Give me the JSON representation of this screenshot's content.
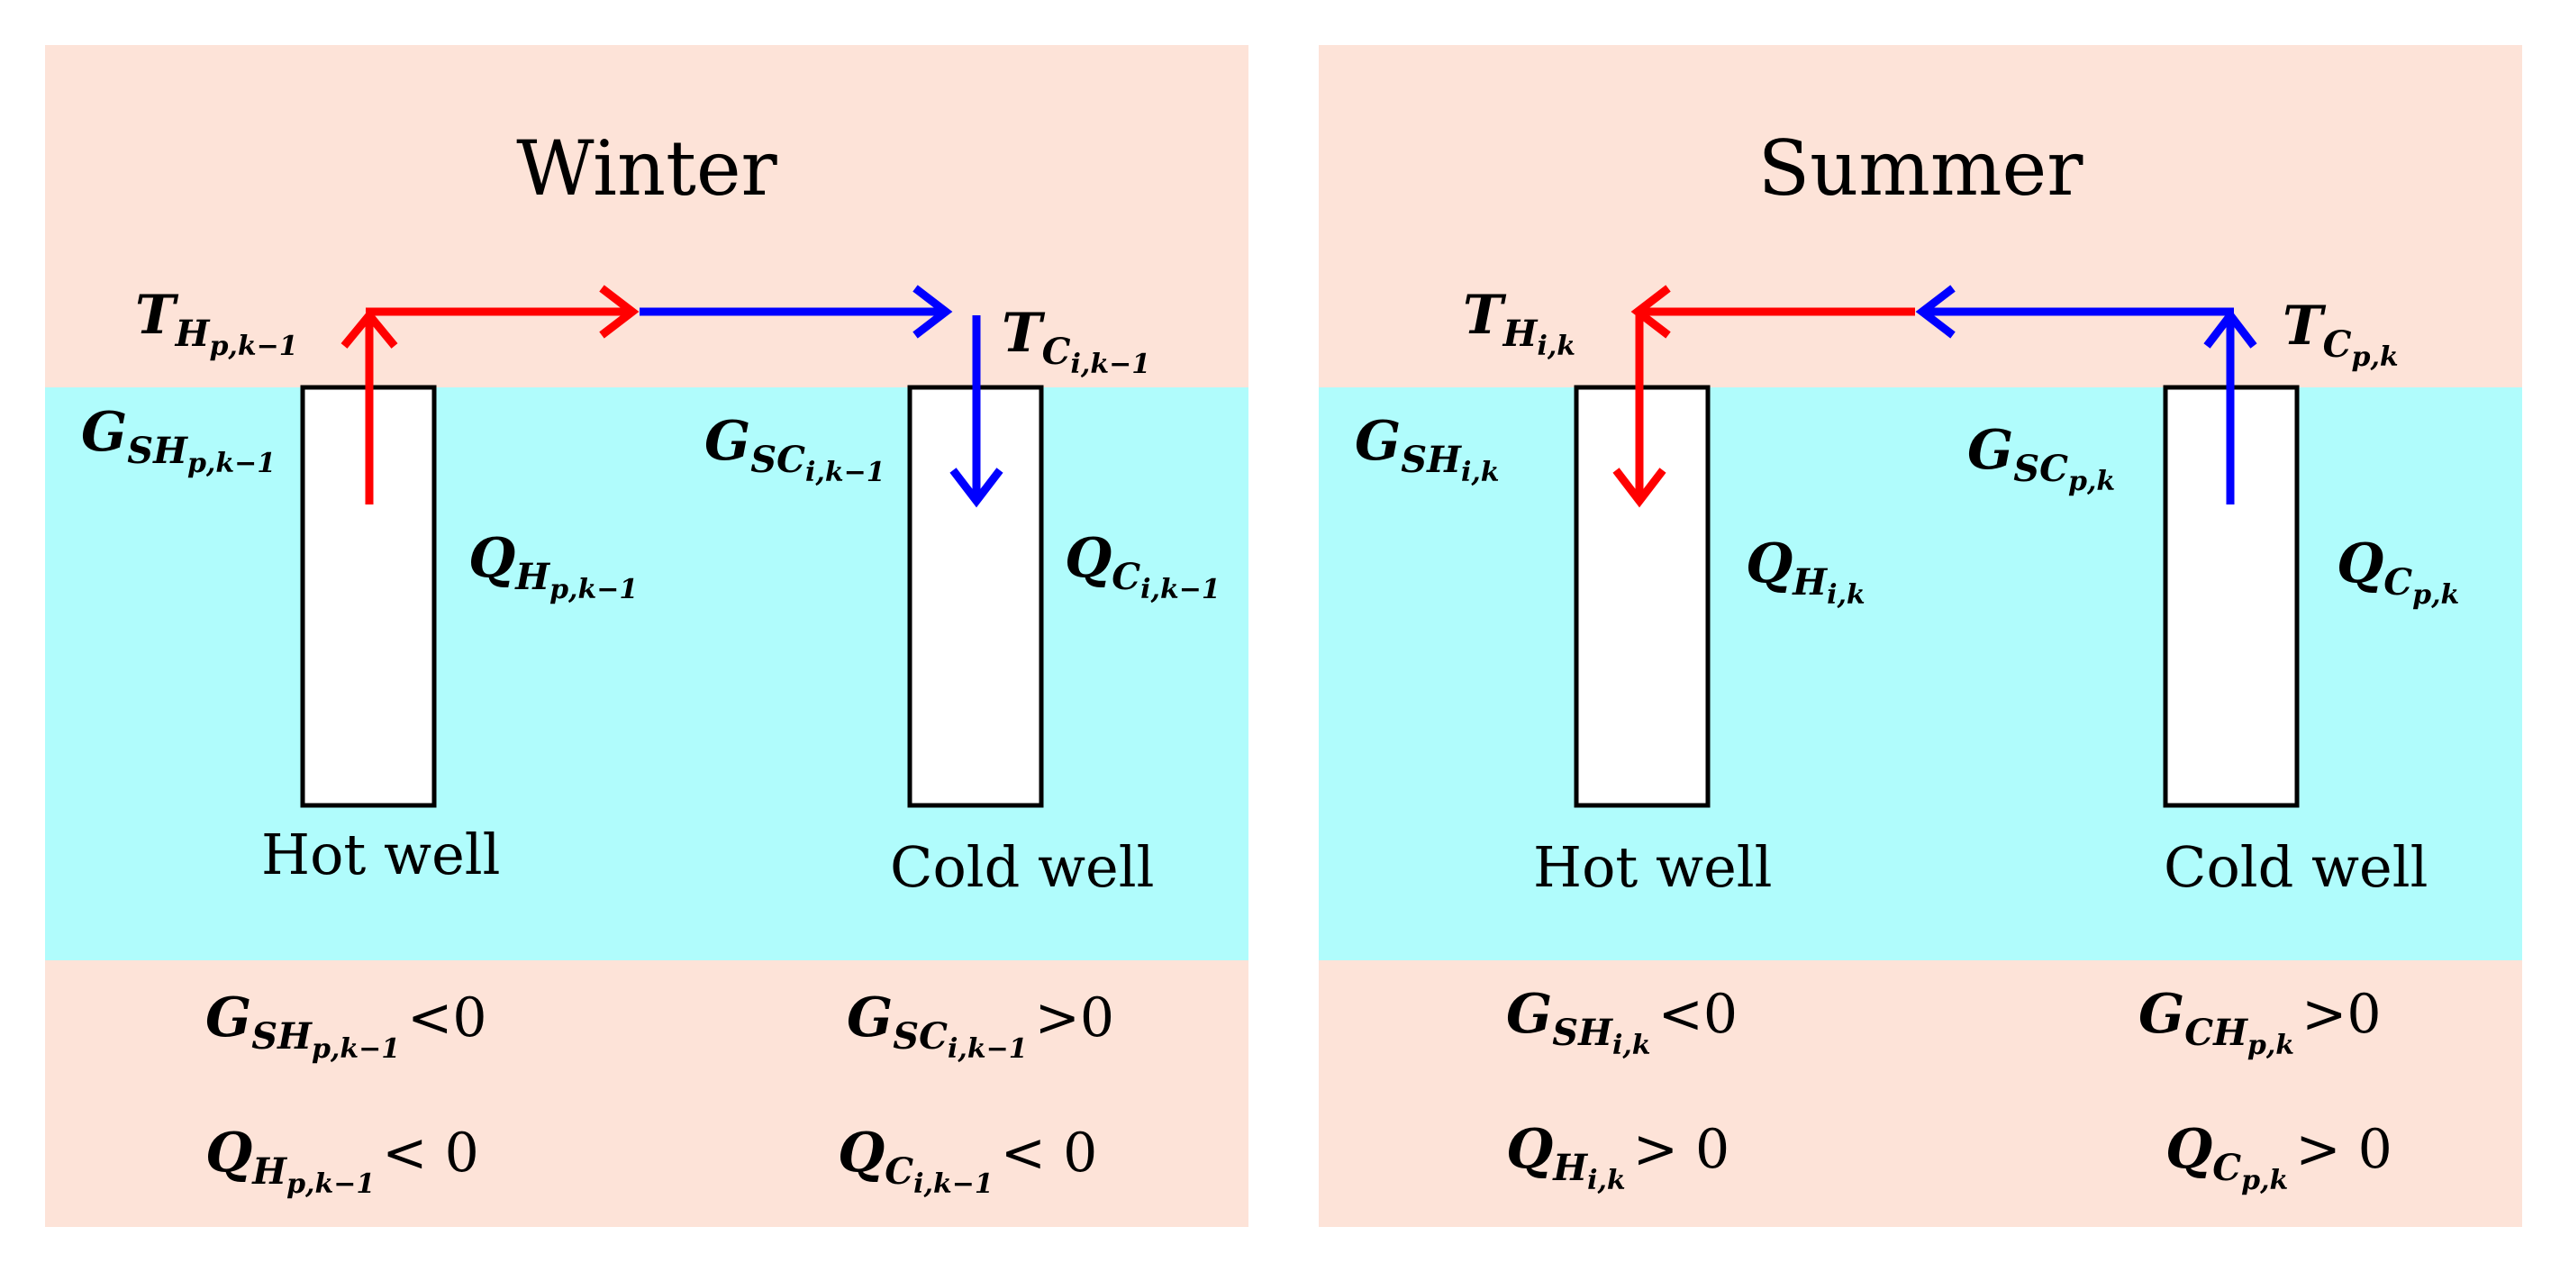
{
  "colors": {
    "air": "#fde3d8",
    "ground": "#b0fcfc",
    "hot_arrow": "#ff0000",
    "cold_arrow": "#0000ff",
    "well_fill": "#ffffff",
    "well_stroke": "#000000"
  },
  "winter": {
    "title": "Winter",
    "hot_well_label": "Hot well",
    "cold_well_label": "Cold well",
    "t_hot": {
      "sym": "T",
      "sub": "H",
      "subsub": "p,k−1"
    },
    "t_cold": {
      "sym": "T",
      "sub": "C",
      "subsub": "i,k−1"
    },
    "g_hot": {
      "sym": "G",
      "sub": "SH",
      "subsub": "p,k−1"
    },
    "g_cold": {
      "sym": "G",
      "sub": "SC",
      "subsub": "i,k−1"
    },
    "q_hot": {
      "sym": "Q",
      "sub": "H",
      "subsub": "p,k−1"
    },
    "q_cold": {
      "sym": "Q",
      "sub": "C",
      "subsub": "i,k−1"
    },
    "cond_g_hot": {
      "sym": "G",
      "sub": "SH",
      "subsub": "p,k−1",
      "op": "<0"
    },
    "cond_g_cold": {
      "sym": "G",
      "sub": "SC",
      "subsub": "i,k−1",
      "op": ">0"
    },
    "cond_q_hot": {
      "sym": "Q",
      "sub": "H",
      "subsub": "p,k−1",
      "op": "< 0"
    },
    "cond_q_cold": {
      "sym": "Q",
      "sub": "C",
      "subsub": "i,k−1",
      "op": "< 0"
    }
  },
  "summer": {
    "title": "Summer",
    "hot_well_label": "Hot well",
    "cold_well_label": "Cold well",
    "t_hot": {
      "sym": "T",
      "sub": "H",
      "subsub": "i,k"
    },
    "t_cold": {
      "sym": "T",
      "sub": "C",
      "subsub": "p,k"
    },
    "g_hot": {
      "sym": "G",
      "sub": "SH",
      "subsub": "i,k"
    },
    "g_cold": {
      "sym": "G",
      "sub": "SC",
      "subsub": "p,k"
    },
    "q_hot": {
      "sym": "Q",
      "sub": "H",
      "subsub": "i,k"
    },
    "q_cold": {
      "sym": "Q",
      "sub": "C",
      "subsub": "p,k"
    },
    "cond_g_hot": {
      "sym": "G",
      "sub": "SH",
      "subsub": "i,k",
      "op": "<0"
    },
    "cond_g_cold": {
      "sym": "G",
      "sub": "CH",
      "subsub": "p,k",
      "op": ">0"
    },
    "cond_q_hot": {
      "sym": "Q",
      "sub": "H",
      "subsub": "i,k",
      "op": "> 0"
    },
    "cond_q_cold": {
      "sym": "Q",
      "sub": "C",
      "subsub": "p,k",
      "op": "> 0"
    }
  }
}
